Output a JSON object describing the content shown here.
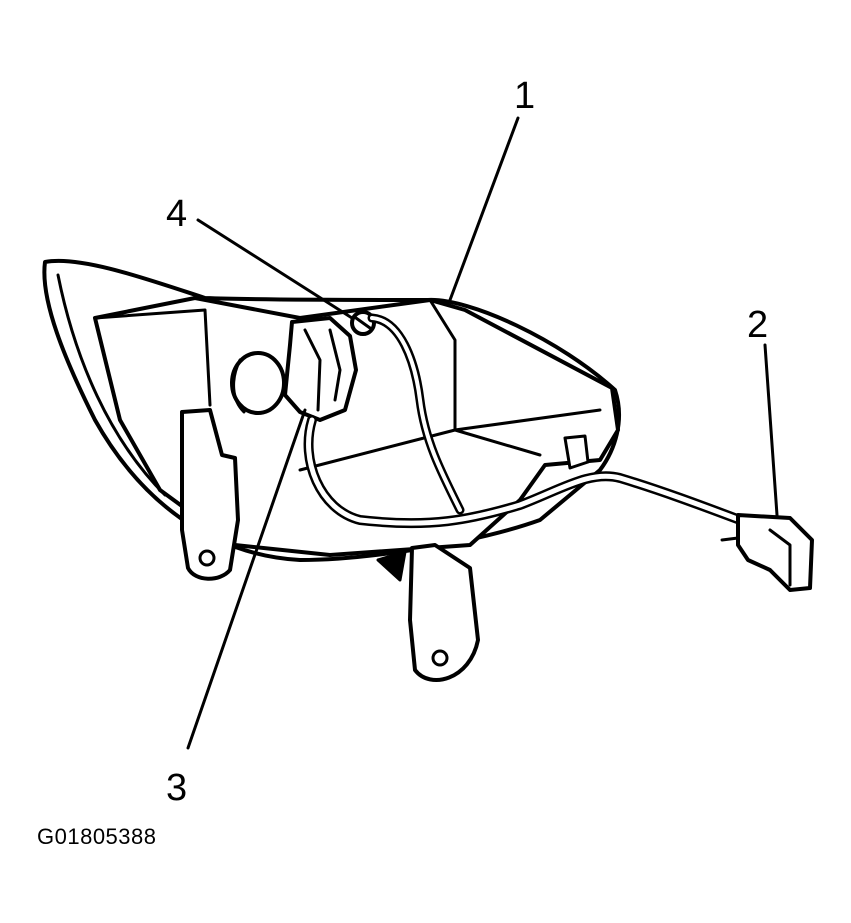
{
  "diagram": {
    "callouts": [
      {
        "id": "callout-1",
        "label": "1"
      },
      {
        "id": "callout-2",
        "label": "2"
      },
      {
        "id": "callout-3",
        "label": "3"
      },
      {
        "id": "callout-4",
        "label": "4"
      }
    ],
    "figure_id": "G01805388"
  },
  "colors": {
    "line": "#000000",
    "background": "#ffffff"
  }
}
